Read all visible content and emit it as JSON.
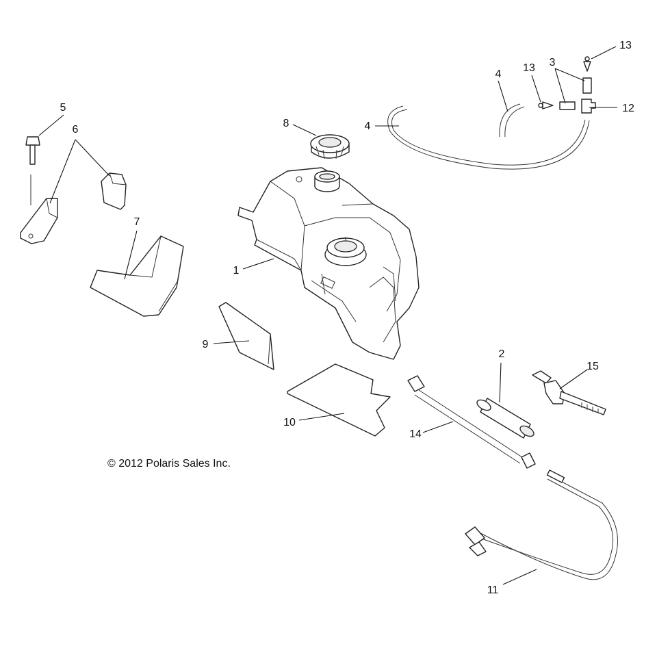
{
  "callouts": {
    "c1": "1",
    "c2": "2",
    "c3": "3",
    "c4a": "4",
    "c4b": "4",
    "c5": "5",
    "c6": "6",
    "c7": "7",
    "c8": "8",
    "c9": "9",
    "c10": "10",
    "c11": "11",
    "c12": "12",
    "c13a": "13",
    "c13b": "13",
    "c14": "14",
    "c15": "15"
  },
  "copyright": "© 2012 Polaris Sales Inc."
}
